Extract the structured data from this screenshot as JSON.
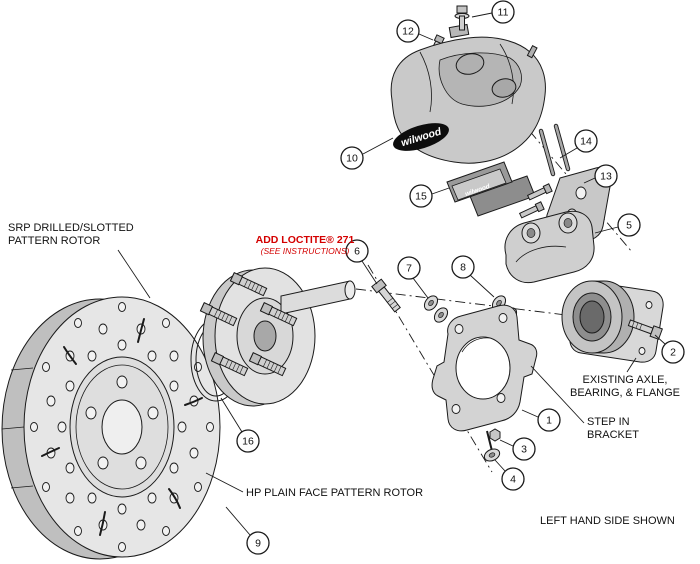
{
  "diagram": {
    "labels": {
      "rotor_srp_line1": "SRP DRILLED/SLOTTED",
      "rotor_srp_line2": "PATTERN ROTOR",
      "loctite_line1": "ADD LOCTITE® 271",
      "loctite_line2": "(SEE INSTRUCTIONS)",
      "axle_line1": "EXISTING AXLE,",
      "axle_line2": "BEARING, & FLANGE",
      "step_line1": "STEP IN",
      "step_line2": "BRACKET",
      "rotor_hp": "HP PLAIN FACE PATTERN ROTOR",
      "side_note": "LEFT HAND SIDE SHOWN"
    },
    "brands": {
      "caliper": "wilwood",
      "pad": "wilwood"
    },
    "colors": {
      "loctite_red": "#d40000",
      "line": "#1a1a1a",
      "background": "#ffffff"
    },
    "callouts": [
      {
        "number": "1"
      },
      {
        "number": "2"
      },
      {
        "number": "3"
      },
      {
        "number": "4"
      },
      {
        "number": "5"
      },
      {
        "number": "6"
      },
      {
        "number": "7"
      },
      {
        "number": "8"
      },
      {
        "number": "9"
      },
      {
        "number": "10"
      },
      {
        "number": "11"
      },
      {
        "number": "12"
      },
      {
        "number": "13"
      },
      {
        "number": "14"
      },
      {
        "number": "15"
      },
      {
        "number": "16"
      }
    ]
  }
}
